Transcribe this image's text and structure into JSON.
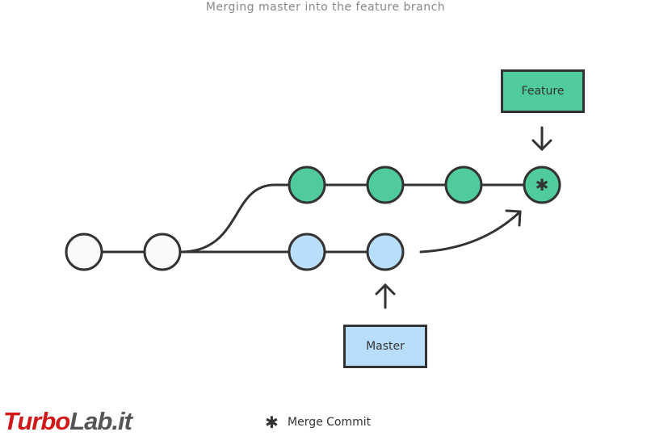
{
  "title": "Merging master into the feature branch",
  "labels": {
    "feature": "Feature",
    "master": "Master"
  },
  "legend": {
    "icon": "asterisk-icon",
    "symbol": "✱",
    "label": "Merge Commit"
  },
  "watermark": {
    "part1": "Turbo",
    "part2": "Lab.it"
  },
  "colors": {
    "feature": "#4fcb9c",
    "master": "#b9defb",
    "base": "#fafafa",
    "stroke": "#333333"
  }
}
